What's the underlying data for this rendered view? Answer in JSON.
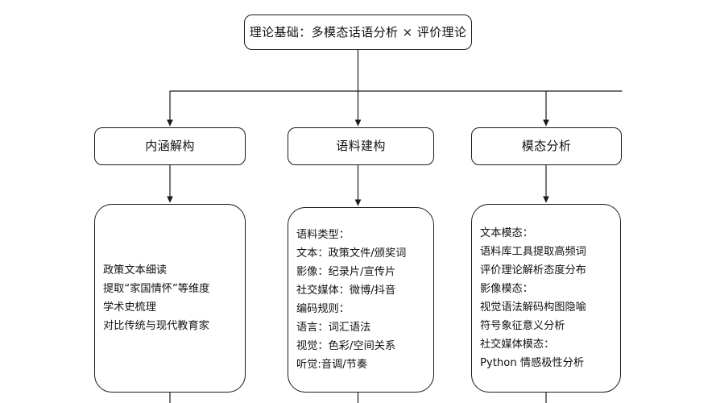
{
  "diagram": {
    "type": "flowchart",
    "orientation": "top-down",
    "background_color": "#ffffff",
    "line_color": "#1b1b1b",
    "node_fill": "#ffffff",
    "root": {
      "label": "理论基础：多模态话语分析 × 评价理论"
    },
    "branches": [
      {
        "title": "内涵解构",
        "detail": "政策文本细读\n提取“家国情怀”等维度\n学术史梳理\n对比传统与现代教育家",
        "detail_lines": [
          "政策文本细读",
          "提取“家国情怀”等维度",
          "学术史梳理",
          "对比传统与现代教育家"
        ]
      },
      {
        "title": "语料建构",
        "detail": "语料类型：\n文本：政策文件/颁奖词\n影像：纪录片/宣传片\n社交媒体：微博/抖音\n编码规则：\n语言：词汇语法\n视觉：色彩/空间关系\n听觉:音调/节奏",
        "detail_lines": [
          "语料类型：",
          "文本：政策文件/颁奖词",
          "影像：纪录片/宣传片",
          "社交媒体：微博/抖音",
          "编码规则：",
          "语言：词汇语法",
          "视觉：色彩/空间关系",
          "听觉:音调/节奏"
        ]
      },
      {
        "title": "模态分析",
        "detail": "文本模态：\n语料库工具提取高频词\n评价理论解析态度分布\n影像模态：\n视觉语法解码构图隐喻\n符号象征意义分析\n社交媒体模态：\nPython 情感极性分析",
        "detail_lines": [
          "文本模态：",
          "语料库工具提取高频词",
          "评价理论解析态度分布",
          "影像模态：",
          "视觉语法解码构图隐喻",
          "符号象征意义分析",
          "社交媒体模态：",
          "Python 情感极性分析"
        ]
      }
    ]
  }
}
